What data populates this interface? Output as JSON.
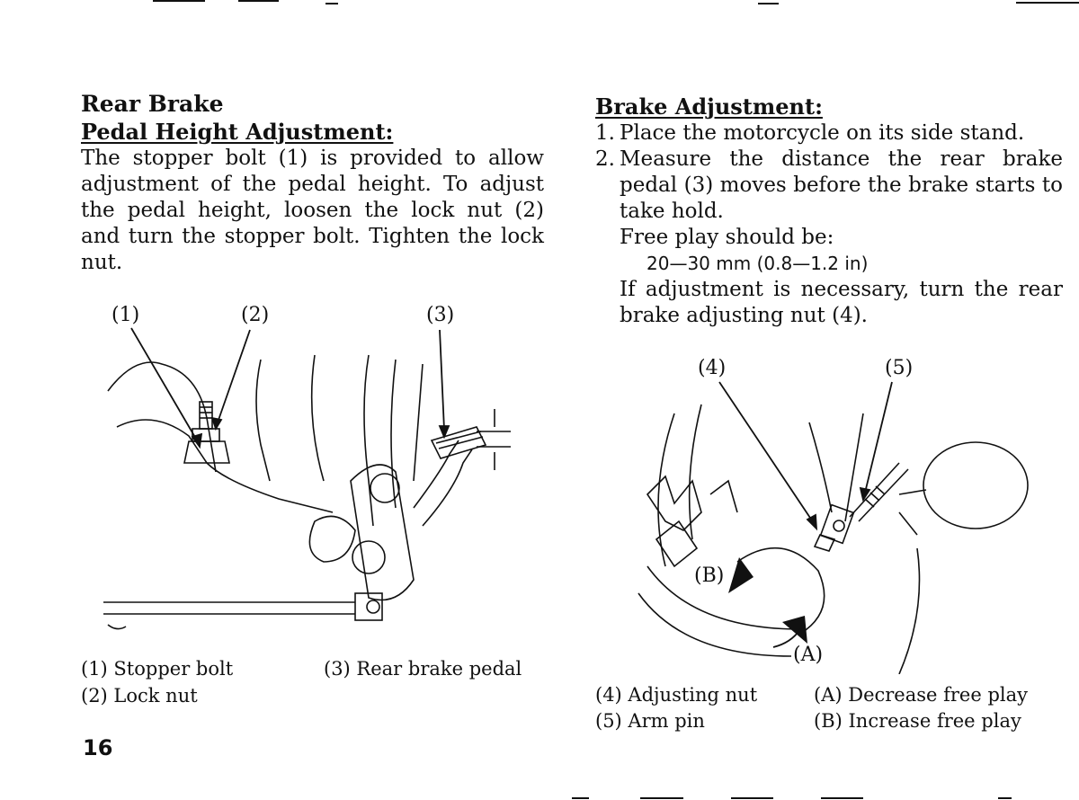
{
  "left": {
    "section_title": "Rear Brake",
    "subsection_title": "Pedal Height Adjustment:",
    "paragraph": "The stopper bolt (1) is provided to allow adjustment of the pedal height. To adjust the pedal height, loosen the lock nut (2) and turn the stopper bolt. Tighten the lock nut.",
    "figure_callouts": [
      "(1)",
      "(2)",
      "(3)"
    ],
    "legend": [
      "(1) Stopper bolt",
      "(2) Lock nut",
      "(3) Rear brake pedal"
    ]
  },
  "right": {
    "subsection_title": "Brake Adjustment:",
    "step1_num": "1.",
    "step1": "Place the motorcycle on its side stand.",
    "step2_num": "2.",
    "step2": "Measure the distance the rear brake pedal (3) moves before the brake starts to take hold.",
    "free_play_label": "Free play should be:",
    "free_play_value": "20—30 mm (0.8—1.2 in)",
    "adjust_note": "If adjustment is necessary, turn the rear brake adjusting nut (4).",
    "figure_callouts": [
      "(4)",
      "(5)",
      "(A)",
      "(B)"
    ],
    "legend": [
      "(4) Adjusting nut",
      "(5) Arm pin",
      "(A) Decrease free play",
      "(B) Increase free play"
    ]
  },
  "page_number": "16"
}
